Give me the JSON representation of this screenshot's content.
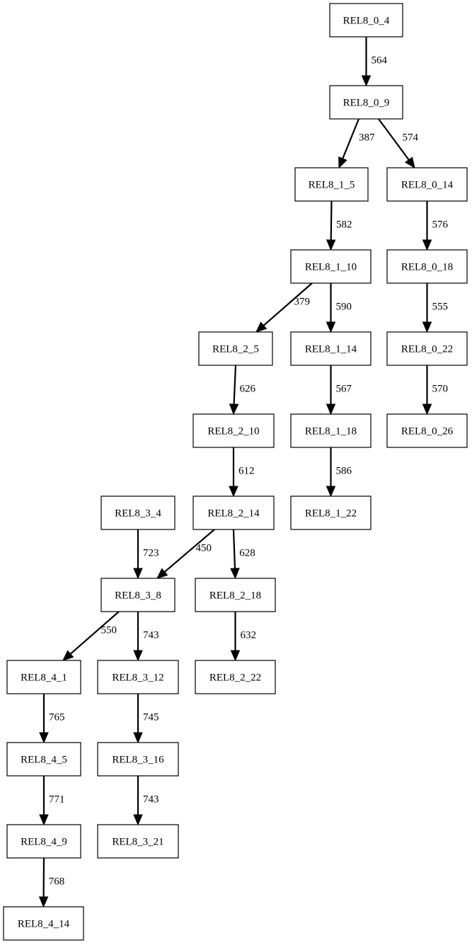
{
  "graph": {
    "type": "directed-graph",
    "nodes": [
      {
        "id": "REL8_0_4",
        "label": "REL8_0_4"
      },
      {
        "id": "REL8_0_9",
        "label": "REL8_0_9"
      },
      {
        "id": "REL8_1_5",
        "label": "REL8_1_5"
      },
      {
        "id": "REL8_0_14",
        "label": "REL8_0_14"
      },
      {
        "id": "REL8_1_10",
        "label": "REL8_1_10"
      },
      {
        "id": "REL8_0_18",
        "label": "REL8_0_18"
      },
      {
        "id": "REL8_2_5",
        "label": "REL8_2_5"
      },
      {
        "id": "REL8_1_14",
        "label": "REL8_1_14"
      },
      {
        "id": "REL8_0_22",
        "label": "REL8_0_22"
      },
      {
        "id": "REL8_2_10",
        "label": "REL8_2_10"
      },
      {
        "id": "REL8_1_18",
        "label": "REL8_1_18"
      },
      {
        "id": "REL8_0_26",
        "label": "REL8_0_26"
      },
      {
        "id": "REL8_3_4",
        "label": "REL8_3_4"
      },
      {
        "id": "REL8_2_14",
        "label": "REL8_2_14"
      },
      {
        "id": "REL8_1_22",
        "label": "REL8_1_22"
      },
      {
        "id": "REL8_3_8",
        "label": "REL8_3_8"
      },
      {
        "id": "REL8_2_18",
        "label": "REL8_2_18"
      },
      {
        "id": "REL8_4_1",
        "label": "REL8_4_1"
      },
      {
        "id": "REL8_3_12",
        "label": "REL8_3_12"
      },
      {
        "id": "REL8_2_22",
        "label": "REL8_2_22"
      },
      {
        "id": "REL8_4_5",
        "label": "REL8_4_5"
      },
      {
        "id": "REL8_3_16",
        "label": "REL8_3_16"
      },
      {
        "id": "REL8_4_9",
        "label": "REL8_4_9"
      },
      {
        "id": "REL8_3_21",
        "label": "REL8_3_21"
      },
      {
        "id": "REL8_4_14",
        "label": "REL8_4_14"
      }
    ],
    "edges": [
      {
        "from": "REL8_0_4",
        "to": "REL8_0_9",
        "label": "564"
      },
      {
        "from": "REL8_0_9",
        "to": "REL8_1_5",
        "label": "387"
      },
      {
        "from": "REL8_0_9",
        "to": "REL8_0_14",
        "label": "574"
      },
      {
        "from": "REL8_1_5",
        "to": "REL8_1_10",
        "label": "582"
      },
      {
        "from": "REL8_0_14",
        "to": "REL8_0_18",
        "label": "576"
      },
      {
        "from": "REL8_1_10",
        "to": "REL8_2_5",
        "label": "379"
      },
      {
        "from": "REL8_1_10",
        "to": "REL8_1_14",
        "label": "590"
      },
      {
        "from": "REL8_0_18",
        "to": "REL8_0_22",
        "label": "555"
      },
      {
        "from": "REL8_2_5",
        "to": "REL8_2_10",
        "label": "626"
      },
      {
        "from": "REL8_1_14",
        "to": "REL8_1_18",
        "label": "567"
      },
      {
        "from": "REL8_0_22",
        "to": "REL8_0_26",
        "label": "570"
      },
      {
        "from": "REL8_2_10",
        "to": "REL8_2_14",
        "label": "612"
      },
      {
        "from": "REL8_1_18",
        "to": "REL8_1_22",
        "label": "586"
      },
      {
        "from": "REL8_3_4",
        "to": "REL8_3_8",
        "label": "723"
      },
      {
        "from": "REL8_2_14",
        "to": "REL8_3_8",
        "label": "450"
      },
      {
        "from": "REL8_2_14",
        "to": "REL8_2_18",
        "label": "628"
      },
      {
        "from": "REL8_3_8",
        "to": "REL8_4_1",
        "label": "550"
      },
      {
        "from": "REL8_3_8",
        "to": "REL8_3_12",
        "label": "743"
      },
      {
        "from": "REL8_2_18",
        "to": "REL8_2_22",
        "label": "632"
      },
      {
        "from": "REL8_4_1",
        "to": "REL8_4_5",
        "label": "765"
      },
      {
        "from": "REL8_3_12",
        "to": "REL8_3_16",
        "label": "745"
      },
      {
        "from": "REL8_4_5",
        "to": "REL8_4_9",
        "label": "771"
      },
      {
        "from": "REL8_3_16",
        "to": "REL8_3_21",
        "label": "743"
      },
      {
        "from": "REL8_4_9",
        "to": "REL8_4_14",
        "label": "768"
      }
    ]
  }
}
